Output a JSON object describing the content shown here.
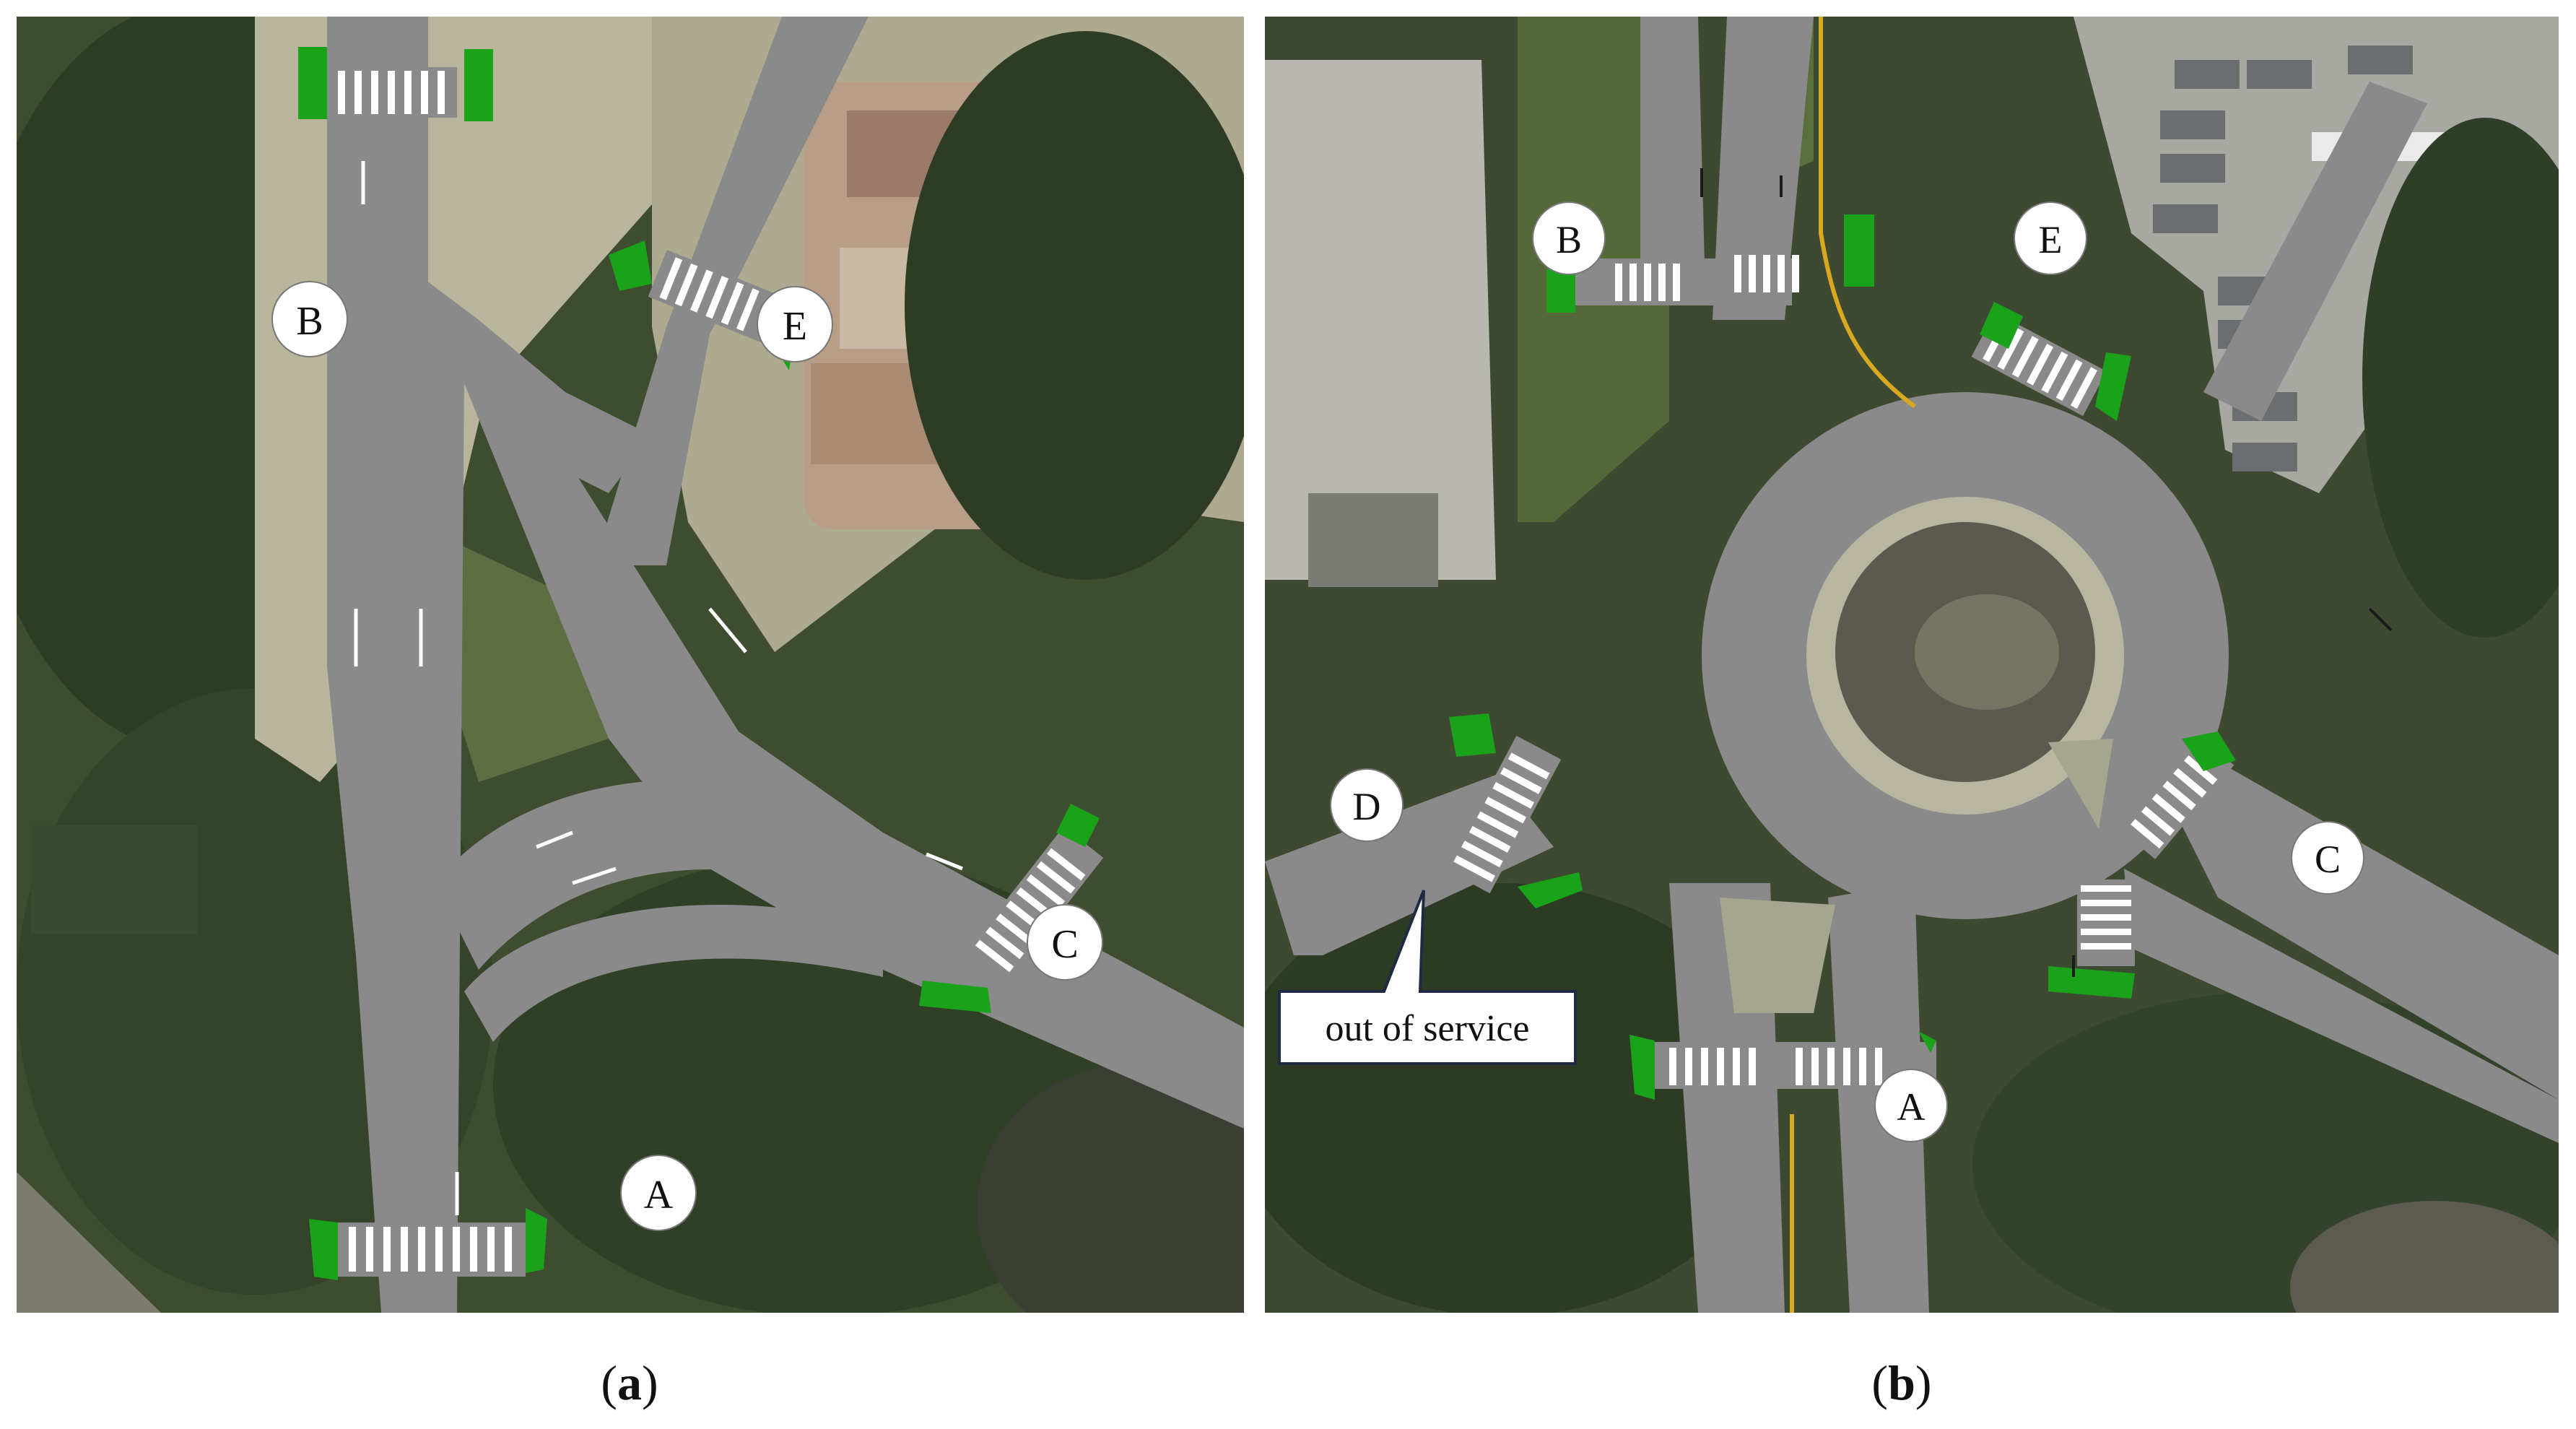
{
  "figure": {
    "panels": [
      {
        "id": "a",
        "caption_open": "(",
        "caption_letter": "a",
        "caption_close": ")",
        "approaches": [
          {
            "label": "A"
          },
          {
            "label": "B"
          },
          {
            "label": "C"
          },
          {
            "label": "E"
          }
        ]
      },
      {
        "id": "b",
        "caption_open": "(",
        "caption_letter": "b",
        "caption_close": ")",
        "approaches": [
          {
            "label": "A"
          },
          {
            "label": "B"
          },
          {
            "label": "C"
          },
          {
            "label": "D"
          },
          {
            "label": "E"
          }
        ],
        "callout": "out of service"
      }
    ]
  },
  "colors": {
    "road": "#8a8a8a",
    "crosswalk_stripe": "#ffffff",
    "waiting_area": "#1aa21a",
    "vegetation_dark": "#33442a",
    "vegetation_light": "#6b7a4a",
    "ground_light": "#b7b39a",
    "callout_border": "#1f2a44"
  }
}
